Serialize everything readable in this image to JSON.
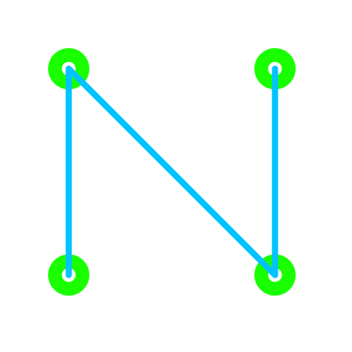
{
  "colors": {
    "background": "#ffffff",
    "node_ring": "#19ff00",
    "node_center": "#ffffff",
    "path_line": "#00c3ff"
  },
  "graph": {
    "nodes": [
      {
        "id": "top-left"
      },
      {
        "id": "top-right"
      },
      {
        "id": "bottom-left"
      },
      {
        "id": "bottom-right"
      }
    ],
    "path_order": [
      "bottom-left",
      "top-left",
      "bottom-right",
      "top-right"
    ]
  }
}
